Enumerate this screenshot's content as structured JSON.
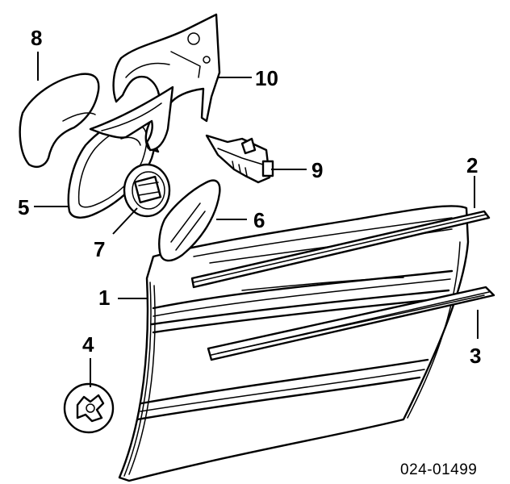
{
  "callouts": [
    "1",
    "2",
    "3",
    "4",
    "5",
    "6",
    "7",
    "8",
    "9",
    "10"
  ],
  "part_code": "024-01499"
}
